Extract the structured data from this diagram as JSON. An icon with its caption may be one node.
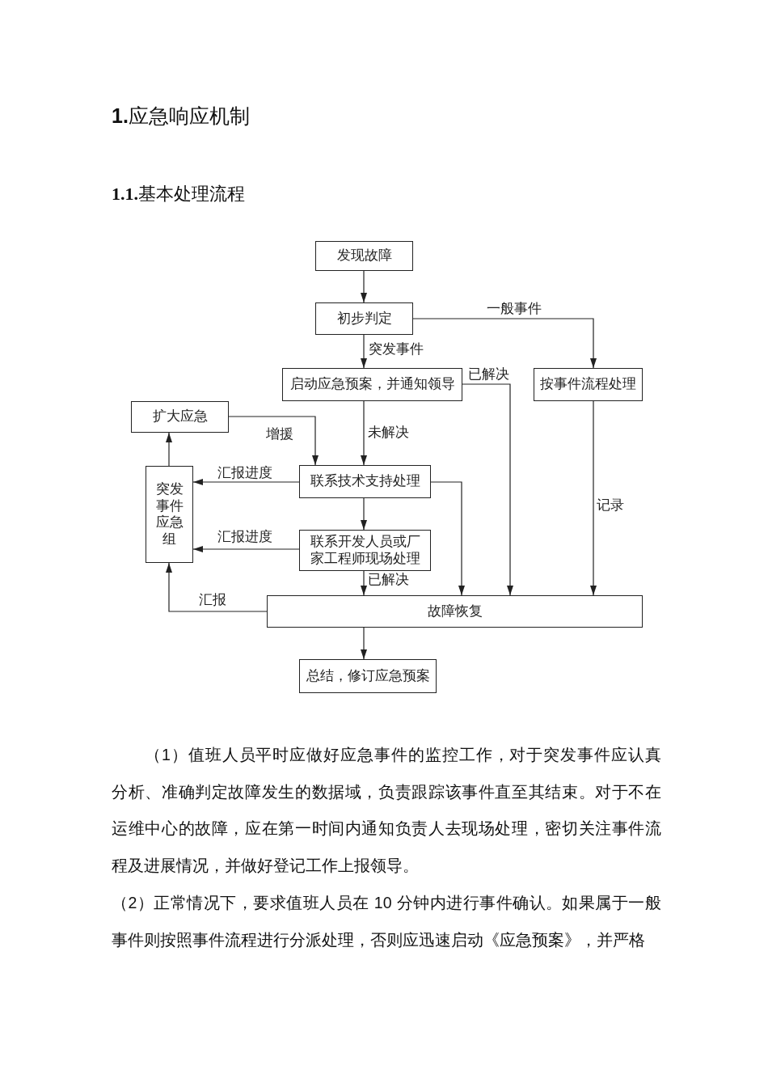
{
  "diagram": {
    "title": "**1.1.**基本处理流程",
    "nodes": [
      {
        "text": [
          "发现故障"
        ]
      },
      {
        "text": [
          "初步判定"
        ]
      },
      {
        "text": [
          "启动应急预案，并通知领导"
        ]
      },
      {
        "text": [
          "按事件流程处理"
        ]
      },
      {
        "text": [
          "扩大应急"
        ]
      },
      {
        "text": [
          "突发事件应急组"
        ]
      },
      {
        "text": [
          "联系技术支持处理"
        ]
      },
      {
        "text": [
          "联系开发人员或厂家工程师现场处理"
        ]
      },
      {
        "text": [
          "故障恢复"
        ]
      },
      {
        "text": [
          "总结，修订应急预案"
        ]
      }
    ],
    "edges": [
      {
        "from": 0,
        "to": 1,
        "arrow": "to"
      },
      {
        "from": 1,
        "to": 2,
        "arrow": "to",
        "label": "突发事件"
      },
      {
        "from": 1,
        "to": 3,
        "arrow": "to",
        "label": "一般事件"
      },
      {
        "from": 2,
        "to": 6,
        "arrow": "to",
        "label": "未解决"
      },
      {
        "from": 2,
        "to": 8,
        "arrow": "to",
        "label": "已解决"
      },
      {
        "from": 3,
        "to": 8,
        "arrow": "to",
        "label": "记录"
      },
      {
        "from": 4,
        "to": 6,
        "arrow": "to",
        "label": "增援"
      },
      {
        "from": 6,
        "to": 5,
        "arrow": "to",
        "label": "汇报进度"
      },
      {
        "from": 6,
        "to": 7,
        "arrow": "to"
      },
      {
        "from": 6,
        "to": 8,
        "arrow": "to"
      },
      {
        "from": 7,
        "to": 5,
        "arrow": "to",
        "label": "汇报进度"
      },
      {
        "from": 7,
        "to": 8,
        "arrow": "to",
        "label": "已解决"
      },
      {
        "from": 8,
        "to": 5,
        "arrow": "to",
        "label": "汇报"
      },
      {
        "from": 5,
        "to": 4,
        "arrow": "to"
      },
      {
        "from": 8,
        "to": 9,
        "arrow": "to"
      }
    ],
    "labels": [
      "**1.**应急响应机制",
      "（1）值班人员平时应做好应急事件的监控工作，对于突发事件应认真分析、准确判定故障发生的数据域，负责跟踪该事件直至其结束。对于不在运维中心的故障，应在第一时间内通知负责人去现场处理，密切关注事件流程及进展情况，并做好登记工作上报领导。",
      "（2）正常情况下，要求值班人员在 10 分钟内进行事件确认。如果属于一般事件则按照事件流程进行分派处理，否则应迅速启动《应急预案》，并严格"
    ]
  }
}
